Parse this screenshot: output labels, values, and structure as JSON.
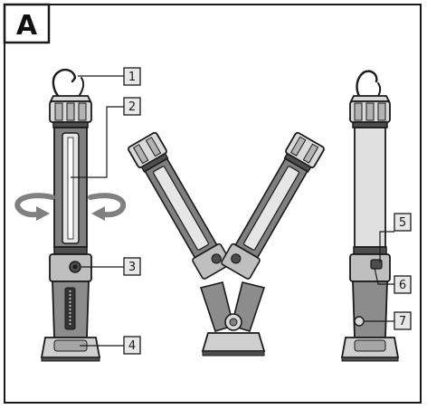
{
  "panel": {
    "letter": "A"
  },
  "callouts": [
    {
      "id": "1",
      "label": "1"
    },
    {
      "id": "2",
      "label": "2"
    },
    {
      "id": "3",
      "label": "3"
    },
    {
      "id": "4",
      "label": "4"
    },
    {
      "id": "5",
      "label": "5"
    },
    {
      "id": "6",
      "label": "6"
    },
    {
      "id": "7",
      "label": "7"
    }
  ],
  "colors": {
    "stroke": "#1a1a1a",
    "body_gray": "#7f7f7f",
    "light_gray": "#d9d9d9",
    "mid_gray": "#b3b3b3",
    "dark_gray": "#4d4d4d",
    "arrow_gray": "#808080"
  }
}
